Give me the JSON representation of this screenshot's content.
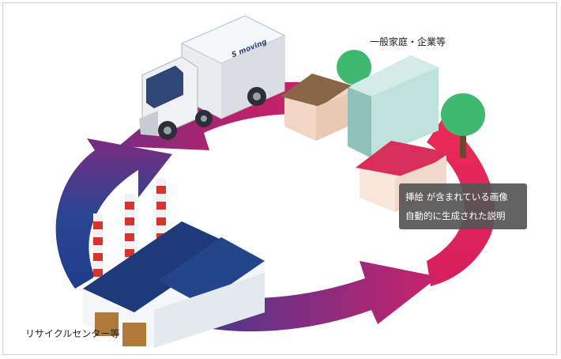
{
  "labels": {
    "homes_companies": "一般家庭・企業等",
    "recycling_center": "リサイクルセンター等"
  },
  "caption": {
    "line1": "挿絵 が含まれている画像",
    "line2": "自動的に生成された説明"
  },
  "truck": {
    "logo_text": "S moving"
  },
  "colors": {
    "arrow_start": "#233f8f",
    "arrow_mid": "#8a2c7d",
    "arrow_end": "#e8205a",
    "factory_roof": "#1e3a7a",
    "house_roof": "#d92e5c",
    "building": "#a9d6cf",
    "tree": "#3fb870",
    "chimney_red": "#d8342e"
  },
  "icons": [
    "truck-icon",
    "house-icon",
    "building-icon",
    "tree-icon",
    "factory-icon",
    "chimney-icon"
  ]
}
